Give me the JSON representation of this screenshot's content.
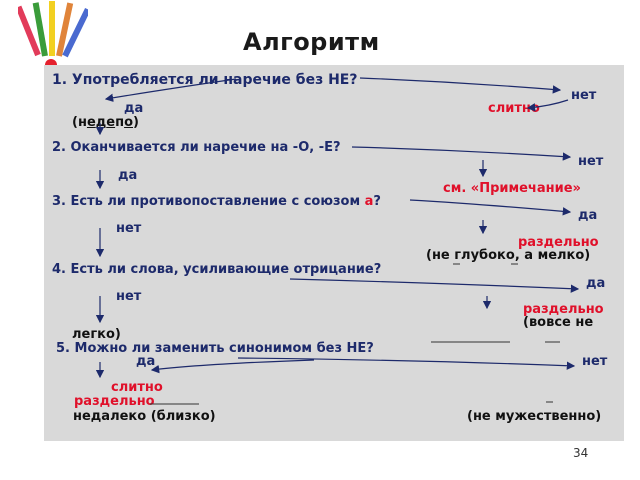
{
  "title": "Алгоритм",
  "slide_number": "34",
  "q1": {
    "text": "1. Употребляется ли наречие без НЕ?",
    "yes": "да",
    "no": "нет",
    "result": "слитно",
    "example_pre": "(н",
    "example_e1": "е",
    "example_d": "д",
    "example_e2": "е",
    "example_p": "п",
    "example_o": "о",
    "example_post": ")"
  },
  "q2": {
    "text": "2. Оканчивается ли наречие на -О, -Е?",
    "yes": "да",
    "no": "нет",
    "note": "см. «Примечание»"
  },
  "q3": {
    "text_pre": "3. Есть ли противопоставление с союзом ",
    "text_union": "а",
    "text_post": "?",
    "yes": "да",
    "no": "нет",
    "result": "раздельно",
    "example": "(не глубоко, а мелко)"
  },
  "q4": {
    "text": "4. Есть ли слова, усиливающие отрицание?",
    "yes": "да",
    "no": "нет",
    "result": "раздельно",
    "example": "(вовсе не",
    "example2": "легко)"
  },
  "q5": {
    "text": "5. Можно ли заменить синонимом без НЕ?",
    "yes": "да",
    "no": "нет",
    "result_yes": "слитно",
    "result_no": "раздельно",
    "example_yes": "недалеко (близко)",
    "example_no": "(не мужественно)"
  }
}
